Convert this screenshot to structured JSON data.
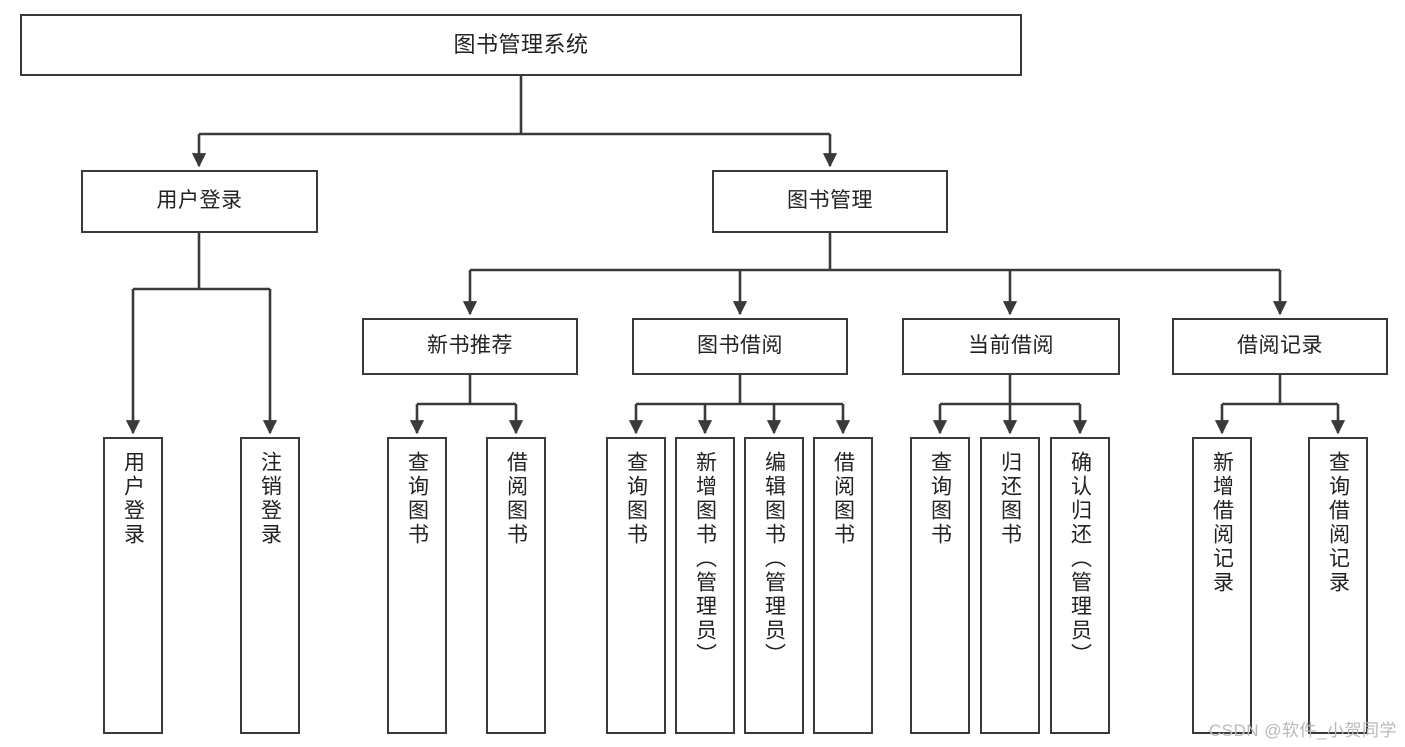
{
  "diagram": {
    "title": "图书管理系统",
    "watermark": "CSDN @软件_小贺同学",
    "colors": {
      "border": "#3a3a3a",
      "edge": "#3a3a3a",
      "background": "#ffffff",
      "text": "#222222",
      "watermark": "#b9b9b9"
    },
    "nodes": {
      "root": {
        "label": "图书管理系统"
      },
      "level2": [
        {
          "label": "用户登录"
        },
        {
          "label": "图书管理"
        }
      ],
      "level3": [
        {
          "label": "新书推荐"
        },
        {
          "label": "图书借阅"
        },
        {
          "label": "当前借阅"
        },
        {
          "label": "借阅记录"
        }
      ],
      "leaves": {
        "user_login": [
          {
            "label": "用户登录"
          },
          {
            "label": "注销登录"
          }
        ],
        "new_book": [
          {
            "label": "查询图书"
          },
          {
            "label": "借阅图书"
          }
        ],
        "book_borrow": [
          {
            "label": "查询图书"
          },
          {
            "label": "新增图书（管理员）"
          },
          {
            "label": "编辑图书（管理员）"
          },
          {
            "label": "借阅图书"
          }
        ],
        "current_borrow": [
          {
            "label": "查询图书"
          },
          {
            "label": "归还图书"
          },
          {
            "label": "确认归还（管理员）"
          }
        ],
        "borrow_record": [
          {
            "label": "新增借阅记录"
          },
          {
            "label": "查询借阅记录"
          }
        ]
      }
    }
  }
}
